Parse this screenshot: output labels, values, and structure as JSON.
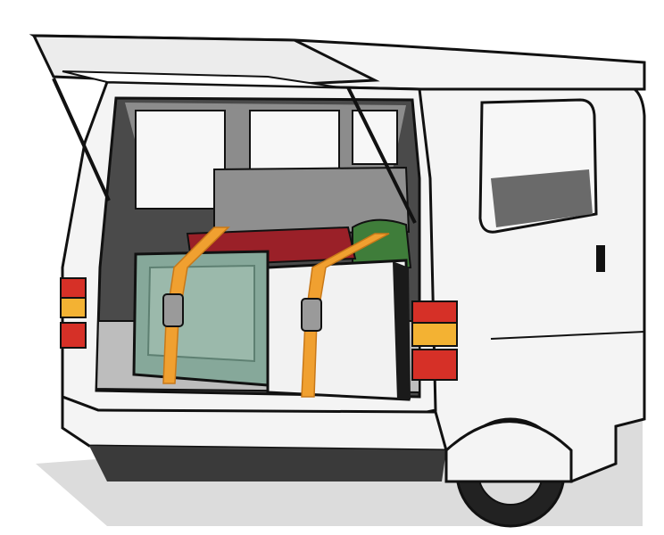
{
  "illustration": {
    "subject": "van-rear-cargo-luggage-secured-with-straps",
    "colors": {
      "background": "#ffffff",
      "van_body": "#f4f4f4",
      "outline": "#111111",
      "interior_dark": "#4a4a4a",
      "interior_mid": "#8c8c8c",
      "floor": "#bdbdbd",
      "ground_shadow": "#d9d9d9",
      "strap_orange": "#f0a030",
      "strap_orange_dark": "#c87818",
      "suitcase_teal": "#86a89a",
      "suitcase_teal_dark": "#5e8072",
      "suitcase_white": "#f2f2f2",
      "suitcase_red": "#9a2028",
      "suitcase_green": "#3f7d3a",
      "taillight_red": "#d63027",
      "taillight_amber": "#f3b233",
      "window_glass": "#f7f7f7"
    },
    "items": [
      "tailgate",
      "gas-strut-left",
      "gas-strut-right",
      "rear-cabin-windows",
      "rear-seat",
      "cargo-floor",
      "teal-suitcase",
      "white-suitcase",
      "red-suitcase",
      "green-bag",
      "ratchet-strap-left",
      "ratchet-strap-right",
      "tail-light-left",
      "tail-light-right",
      "side-window",
      "door-handle",
      "rear-bumper",
      "rear-wheel"
    ]
  }
}
